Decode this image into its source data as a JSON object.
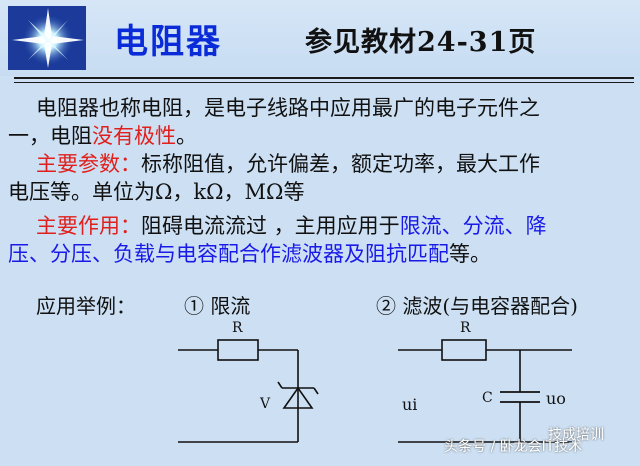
{
  "header": {
    "title": "电阻器",
    "subtitle": "参见教材24-31页"
  },
  "body": {
    "line1": "电阻器也称电阻，是电子线路中应用最广的电子元件之",
    "line2_a": "一，电阻",
    "line2_b": "没有极性",
    "line2_c": "。",
    "params_label": "主要参数：",
    "params_text": "标称阻值，允许偏差，额定功率，最大工作",
    "params_text2": "电压等。单位为Ω，kΩ，MΩ等",
    "uses_label": "主要作用：",
    "uses_text_a": "阻碍电流流过 ，主用应用于",
    "uses_text_b": "限流、分流、降",
    "uses_line2_a": "压、分压、负载与电容配合作滤波器及阻抗匹配",
    "uses_line2_b": "等。"
  },
  "examples": {
    "label": "应用举例：",
    "ex1": "① 限流",
    "ex2": "② 滤波(与电容器配合)",
    "r1": "R",
    "v": "V",
    "r2": "R",
    "c": "C",
    "ui": "ui",
    "uo": "uo"
  },
  "watermark": {
    "text": "头条号 / 卧龙会IT技术",
    "brand": "技成培训"
  },
  "colors": {
    "title_blue": "#0a2bd8",
    "accent_red": "#e0201c",
    "accent_blue": "#1a1ae8",
    "example_pink": "#e0309a"
  }
}
